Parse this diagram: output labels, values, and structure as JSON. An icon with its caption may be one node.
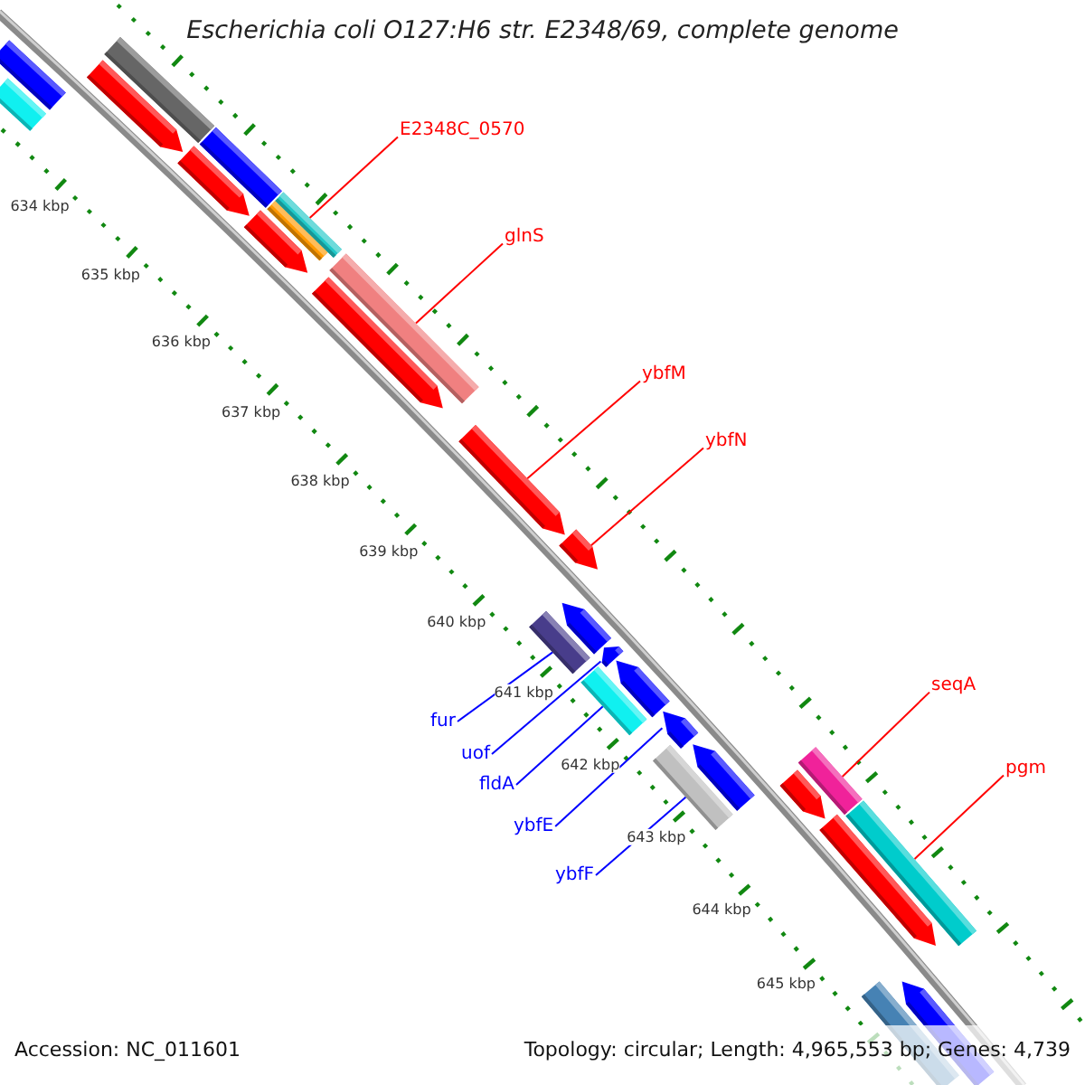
{
  "diagram": {
    "title": "Escherichia coli O127:H6 str. E2348/69, complete genome",
    "nodes": [
      {
        "text": [
          "E2348C_0570"
        ]
      },
      {
        "text": [
          "glnS"
        ]
      },
      {
        "text": [
          "ybfM"
        ]
      },
      {
        "text": [
          "ybfN"
        ]
      },
      {
        "text": [
          "seqA"
        ]
      },
      {
        "text": [
          "fur"
        ]
      },
      {
        "text": [
          "uof"
        ]
      },
      {
        "text": [
          "pgm"
        ]
      },
      {
        "text": [
          "fldA"
        ]
      },
      {
        "text": [
          "ybfE"
        ]
      },
      {
        "text": [
          "ybfF"
        ]
      },
      {
        "text": [],
        "shape": "bar"
      },
      {
        "text": [],
        "shape": "bar"
      },
      {
        "text": [],
        "shape": "arrow"
      },
      {
        "text": [],
        "shape": "arrow"
      },
      {
        "text": [],
        "shape": "bar"
      },
      {
        "text": [],
        "shape": "arrow"
      },
      {
        "text": [],
        "shape": "bar"
      },
      {
        "text": [],
        "shape": "arrow"
      },
      {
        "text": [],
        "shape": "bar"
      },
      {
        "text": [],
        "shape": "bar"
      },
      {
        "text": [],
        "shape": "bar"
      }
    ],
    "edges": [
      {
        "from": 0,
        "to": 11,
        "arrow": "none"
      },
      {
        "from": 1,
        "to": 12,
        "arrow": "none"
      },
      {
        "from": 2,
        "to": 13,
        "arrow": "none"
      },
      {
        "from": 3,
        "to": 14,
        "arrow": "none"
      },
      {
        "from": 4,
        "to": 20,
        "arrow": "none"
      },
      {
        "from": 5,
        "to": 15,
        "arrow": "none",
        "color": "#0000ff"
      },
      {
        "from": 6,
        "to": 16,
        "arrow": "none",
        "color": "#0000ff"
      },
      {
        "from": 7,
        "to": 21,
        "arrow": "none"
      },
      {
        "from": 8,
        "to": 17,
        "arrow": "none",
        "color": "#0000ff"
      },
      {
        "from": 9,
        "to": 18,
        "arrow": "none",
        "color": "#0000ff"
      },
      {
        "from": 10,
        "to": 19,
        "arrow": "none",
        "color": "#0000ff"
      }
    ],
    "labels": [
      "634 kbp",
      "635 kbp",
      "636 kbp",
      "637 kbp",
      "638 kbp",
      "639 kbp",
      "640 kbp",
      "641 kbp",
      "642 kbp",
      "643 kbp",
      "644 kbp",
      "645 kbp",
      "Accession: NC_011601",
      "Topology: circular; Length: 4,965,553 bp; Genes: 4,739"
    ]
  }
}
